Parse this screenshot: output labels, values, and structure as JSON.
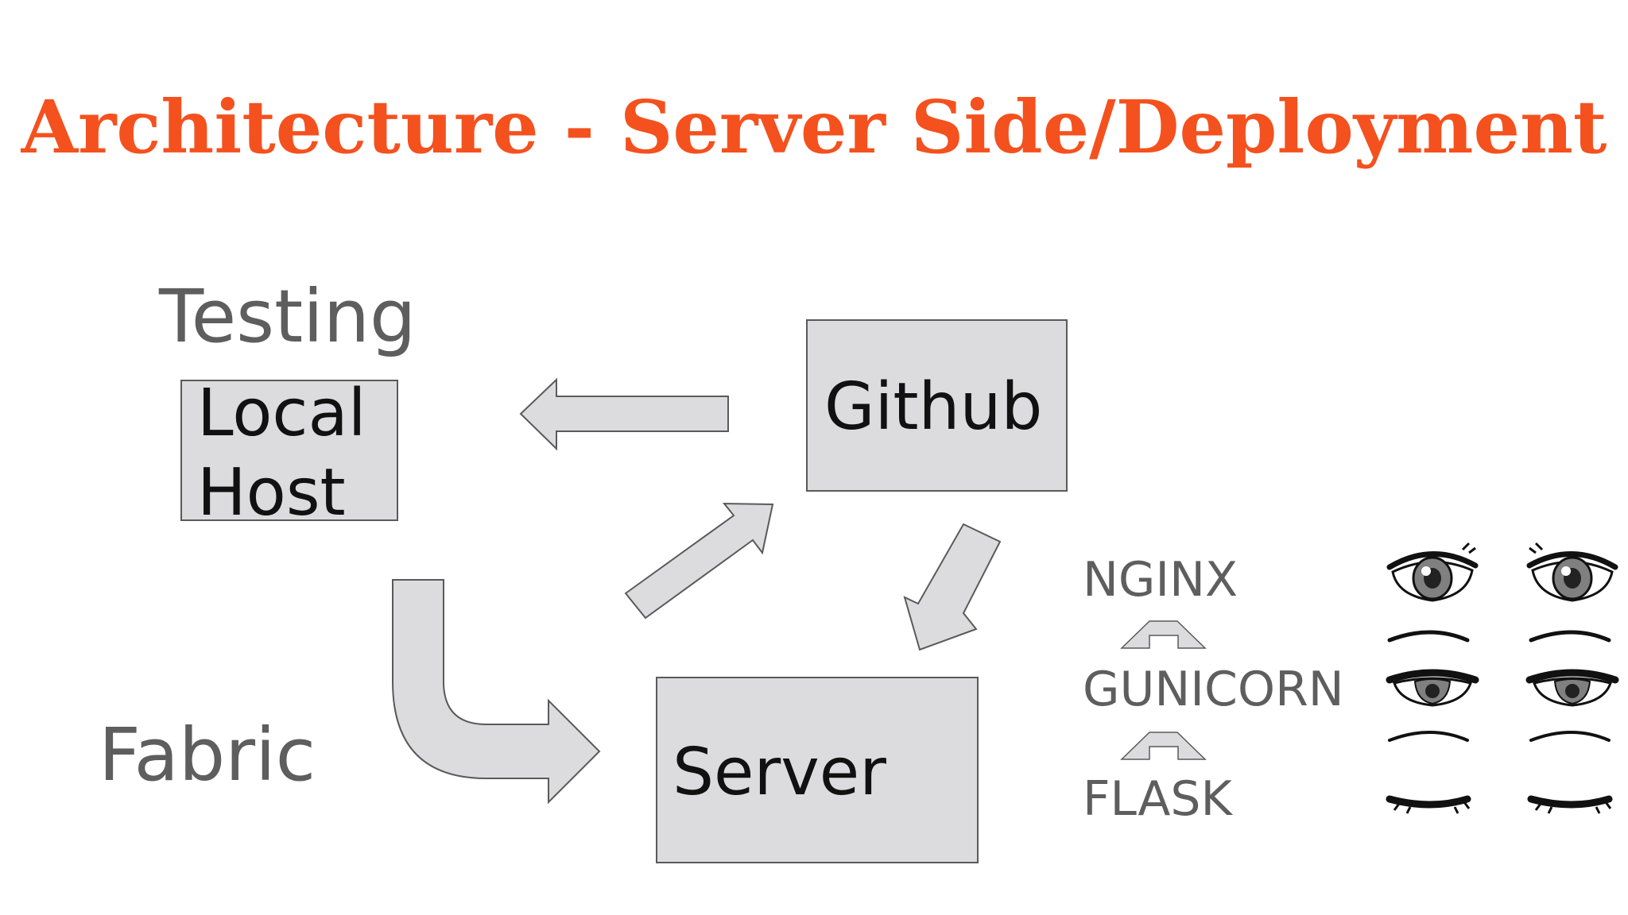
{
  "title": "Architecture - Server Side/Deployment",
  "labels": {
    "testing": "Testing",
    "fabric": "Fabric"
  },
  "boxes": {
    "local_host_line1": "Local",
    "local_host_line2": "Host",
    "github": "Github",
    "server": "Server"
  },
  "stack": [
    "NGINX",
    "GUNICORN",
    "FLASK"
  ],
  "icons": [
    "eyes-open-icon",
    "eyes-half-closed-icon",
    "eyes-mostly-closed-icon",
    "eyes-closed-icon"
  ],
  "colors": {
    "title": "#f4511e",
    "box_fill": "#dcdbde",
    "box_stroke": "#5a5a5a",
    "label_text": "#5e5e5e"
  }
}
